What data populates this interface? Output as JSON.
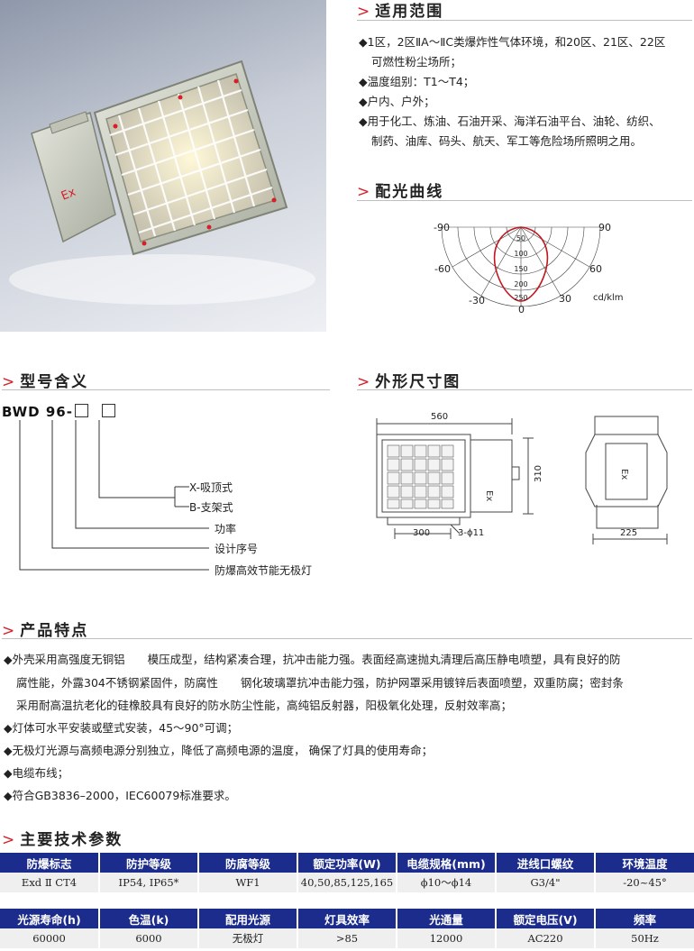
{
  "sections": {
    "scope": "适用范围",
    "curve": "配光曲线",
    "model": "型号含义",
    "dimensions": "外形尺寸图",
    "features": "产品特点",
    "specs": "主要技术参数"
  },
  "scope_items": [
    "◆1区，2区ⅡA～ⅡC类爆炸性气体环境，和20区、21区、22区",
    "可燃性粉尘场所；",
    "◆温度组别：T1～T4；",
    "◆户内、户外；",
    "◆用于化工、炼油、石油开采、海洋石油平台、油轮、纺织、",
    "制药、油库、码头、航天、军工等危险场所照明之用。"
  ],
  "polar": {
    "angles": [
      "-90",
      "90",
      "-60",
      "60",
      "-30",
      "30",
      "0"
    ],
    "rings": [
      "50",
      "100",
      "150",
      "200",
      "250"
    ],
    "unit": "cd/klm"
  },
  "model_code": {
    "prefix": "BWD",
    "code": "96-",
    "labels": [
      "X-吸顶式",
      "B-支架式",
      "功率",
      "设计序号",
      "防爆高效节能无极灯"
    ]
  },
  "dims": {
    "width": "560",
    "height": "310",
    "base": "300",
    "holes": "3-ϕ11",
    "depth": "225"
  },
  "photo": {
    "mark": "Ex"
  },
  "features": [
    "◆外壳采用高强度无铜铝　　模压成型，结构紧凑合理，抗冲击能力强。表面经高速抛丸清理后高压静电喷塑，具有良好的防",
    "腐性能，外露304不锈钢紧固件，防腐性　　钢化玻璃罩抗冲击能力强，防护网罩采用镀锌后表面喷塑，双重防腐；密封条",
    "采用耐高温抗老化的硅橡胶具有良好的防水防尘性能，高纯铝反射器，阳极氧化处理，反射效率高；",
    "◆灯体可水平安装或壁式安装，45～90°可调；",
    "◆无极灯光源与高频电源分别独立，降低了高频电源的温度，  确保了灯具的使用寿命；",
    "◆电缆布线；",
    "◆符合GB3836–2000，IEC60079标准要求。"
  ],
  "table1": {
    "headers": [
      "防爆标志",
      "防护等级",
      "防腐等级",
      "额定功率(W)",
      "电缆规格(mm)",
      "进线口螺纹",
      "环境温度"
    ],
    "values": [
      "Exd Ⅱ CT4",
      "IP54, IP65*",
      "WF1",
      "40,50,85,125,165",
      "ϕ10～ϕ14",
      "G3/4\"",
      "-20~45°"
    ]
  },
  "table2": {
    "headers": [
      "光源寿命(h)",
      "色温(k)",
      "配用光源",
      "灯具效率",
      "光通量",
      "额定电压(V)",
      "频率"
    ],
    "values": [
      "60000",
      "6000",
      "无极灯",
      ">85",
      "12000",
      "AC220",
      "50Hz"
    ]
  },
  "colors": {
    "accent": "#d5202a",
    "header": "#1c2c8c",
    "cell": "#efefef"
  }
}
